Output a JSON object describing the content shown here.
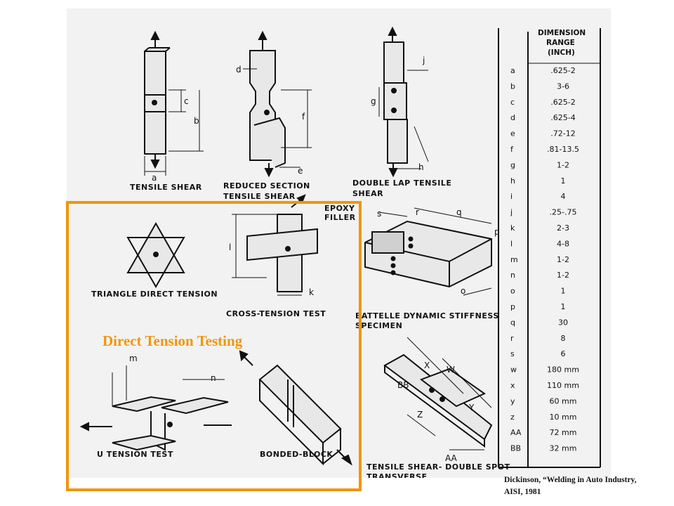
{
  "highlight": {
    "label": "Direct Tension Testing",
    "color": "#f0960a"
  },
  "citation": {
    "line1": "Dickinson, “Welding in Auto Industry,",
    "line2": "AISI, 1981"
  },
  "specimens": {
    "tensile_shear": "TENSILE SHEAR",
    "reduced_section_line1": "REDUCED SECTION",
    "reduced_section_line2": "TENSILE SHEAR",
    "double_lap_line1": "DOUBLE LAP TENSILE",
    "double_lap_line2": "SHEAR",
    "triangle": "TRIANGLE DIRECT TENSION",
    "cross_tension": "CROSS-TENSION TEST",
    "battelle_line1": "BATTELLE DYNAMIC STIFFNESS",
    "battelle_line2": "SPECIMEN",
    "u_tension": "U TENSION TEST",
    "bonded_block": "BONDED-BLOCK",
    "double_spot_line1": "TENSILE SHEAR- DOUBLE SPOT",
    "double_spot_line2": "TRANSVERSE",
    "epoxy_line1": "EPOXY",
    "epoxy_line2": "FILLER"
  },
  "dimension_table": {
    "header": [
      "DIMENSION",
      "RANGE",
      "(INCH)"
    ],
    "rows": [
      {
        "key": "a",
        "value": ".625-2"
      },
      {
        "key": "b",
        "value": "3-6"
      },
      {
        "key": "c",
        "value": ".625-2"
      },
      {
        "key": "d",
        "value": ".625-4"
      },
      {
        "key": "e",
        "value": ".72-12"
      },
      {
        "key": "f",
        "value": ".81-13.5"
      },
      {
        "key": "g",
        "value": "1-2"
      },
      {
        "key": "h",
        "value": "1"
      },
      {
        "key": "i",
        "value": "4"
      },
      {
        "key": "j",
        "value": ".25-.75"
      },
      {
        "key": "k",
        "value": "2-3"
      },
      {
        "key": "l",
        "value": "4-8"
      },
      {
        "key": "m",
        "value": "1-2"
      },
      {
        "key": "n",
        "value": "1-2"
      },
      {
        "key": "o",
        "value": "1"
      },
      {
        "key": "p",
        "value": "1"
      },
      {
        "key": "q",
        "value": "30"
      },
      {
        "key": "r",
        "value": "8"
      },
      {
        "key": "s",
        "value": "6"
      },
      {
        "key": "w",
        "value": "180 mm"
      },
      {
        "key": "x",
        "value": "110 mm"
      },
      {
        "key": "y",
        "value": "60 mm"
      },
      {
        "key": "z",
        "value": "10 mm"
      },
      {
        "key": "AA",
        "value": "72 mm"
      },
      {
        "key": "BB",
        "value": "32 mm"
      }
    ]
  },
  "dimension_labels": {
    "a": "a",
    "b": "b",
    "c": "c",
    "d": "d",
    "e": "e",
    "f": "f",
    "g": "g",
    "h": "h",
    "j": "j",
    "k": "k",
    "l": "l",
    "m": "m",
    "n": "n",
    "o": "o",
    "p": "p",
    "q": "q",
    "r": "r",
    "s": "s",
    "w": "W",
    "x": "X",
    "y": "Y",
    "z": "Z",
    "aa": "AA",
    "bb": "BB"
  }
}
